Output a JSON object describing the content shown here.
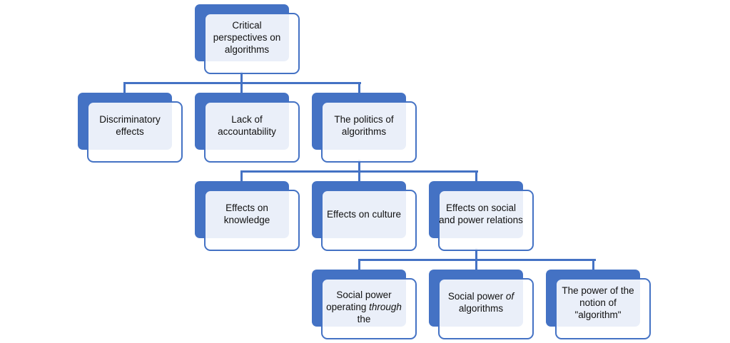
{
  "colors": {
    "accent": "#4472c4",
    "box_fill": "#e9eef7"
  },
  "nodes": {
    "root": "Critical perspectives on algorithms",
    "discriminatory": "Discriminatory effects",
    "accountability": "Lack of accountability",
    "politics": "The politics of algorithms",
    "knowledge": "Effects on knowledge",
    "culture": "Effects on culture",
    "social_relations": "Effects on social and power relations",
    "through_pre": "Social power operating ",
    "through_em": "through",
    "through_post": " the",
    "of_pre": "Social power ",
    "of_em": "of",
    "of_post": " algorithms",
    "notion": "The power of the notion of \"algorithm\""
  }
}
